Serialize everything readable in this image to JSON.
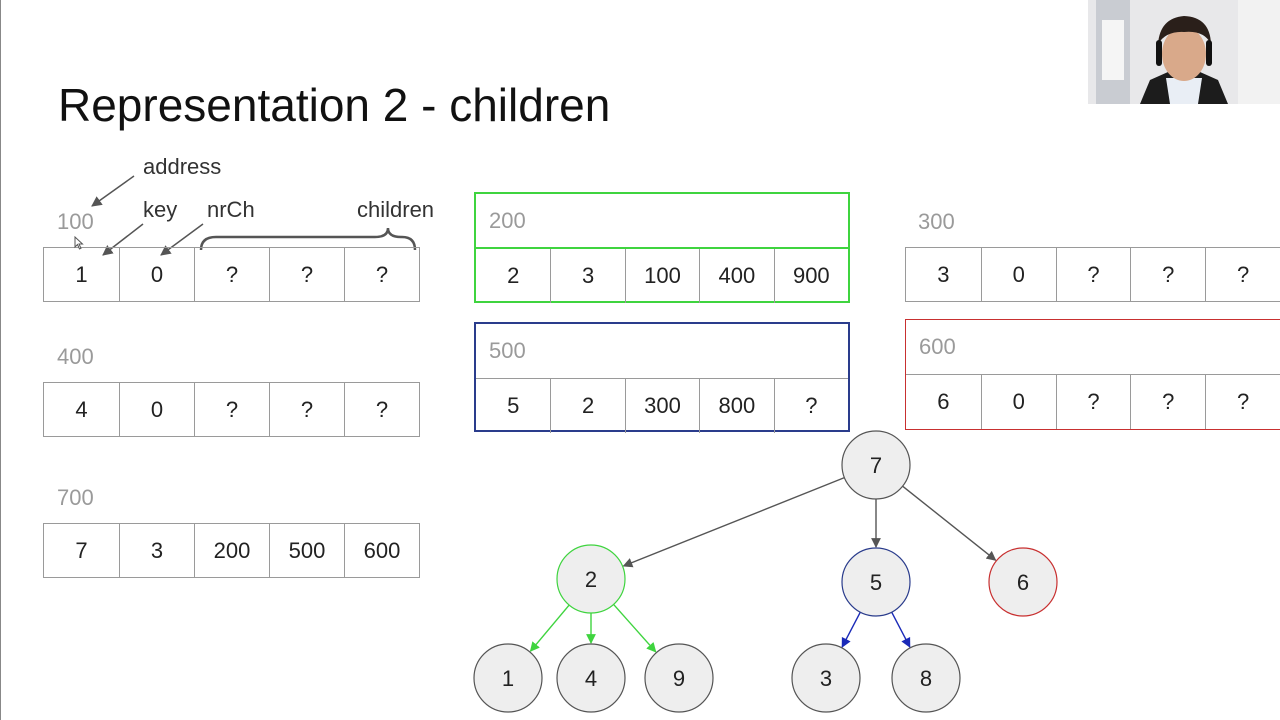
{
  "title": "Representation 2 - children",
  "annotations": {
    "address": "address",
    "key": "key",
    "nrCh": "nrCh",
    "children": "children"
  },
  "nodes_memory": [
    {
      "address": "100",
      "cells": [
        "1",
        "0",
        "?",
        "?",
        "?"
      ],
      "highlight": "none"
    },
    {
      "address": "200",
      "cells": [
        "2",
        "3",
        "100",
        "400",
        "900"
      ],
      "highlight": "#3fd43f"
    },
    {
      "address": "300",
      "cells": [
        "3",
        "0",
        "?",
        "?",
        "?"
      ],
      "highlight": "none"
    },
    {
      "address": "400",
      "cells": [
        "4",
        "0",
        "?",
        "?",
        "?"
      ],
      "highlight": "none"
    },
    {
      "address": "500",
      "cells": [
        "5",
        "2",
        "300",
        "800",
        "?"
      ],
      "highlight": "#2a3c8c"
    },
    {
      "address": "600",
      "cells": [
        "6",
        "0",
        "?",
        "?",
        "?"
      ],
      "highlight": "#c83030"
    },
    {
      "address": "700",
      "cells": [
        "7",
        "3",
        "200",
        "500",
        "600"
      ],
      "highlight": "none"
    }
  ],
  "tree": {
    "nodes": [
      {
        "id": "n7",
        "label": "7",
        "stroke": "#555555"
      },
      {
        "id": "n2",
        "label": "2",
        "stroke": "#3fd43f"
      },
      {
        "id": "n5",
        "label": "5",
        "stroke": "#2a3c8c"
      },
      {
        "id": "n6",
        "label": "6",
        "stroke": "#c83030"
      },
      {
        "id": "n1",
        "label": "1",
        "stroke": "#555555"
      },
      {
        "id": "n4",
        "label": "4",
        "stroke": "#555555"
      },
      {
        "id": "n9",
        "label": "9",
        "stroke": "#555555"
      },
      {
        "id": "n3",
        "label": "3",
        "stroke": "#555555"
      },
      {
        "id": "n8",
        "label": "8",
        "stroke": "#555555"
      }
    ],
    "edges": [
      {
        "from": "n7",
        "to": "n2",
        "color": "#555555"
      },
      {
        "from": "n7",
        "to": "n5",
        "color": "#555555"
      },
      {
        "from": "n7",
        "to": "n6",
        "color": "#555555"
      },
      {
        "from": "n2",
        "to": "n1",
        "color": "#3fd43f"
      },
      {
        "from": "n2",
        "to": "n4",
        "color": "#3fd43f"
      },
      {
        "from": "n2",
        "to": "n9",
        "color": "#3fd43f"
      },
      {
        "from": "n5",
        "to": "n3",
        "color": "#1a2ab8"
      },
      {
        "from": "n5",
        "to": "n8",
        "color": "#1a2ab8"
      }
    ]
  },
  "colors": {
    "node_fill": "#eeeeee",
    "address_gray": "#9a9a9a"
  }
}
